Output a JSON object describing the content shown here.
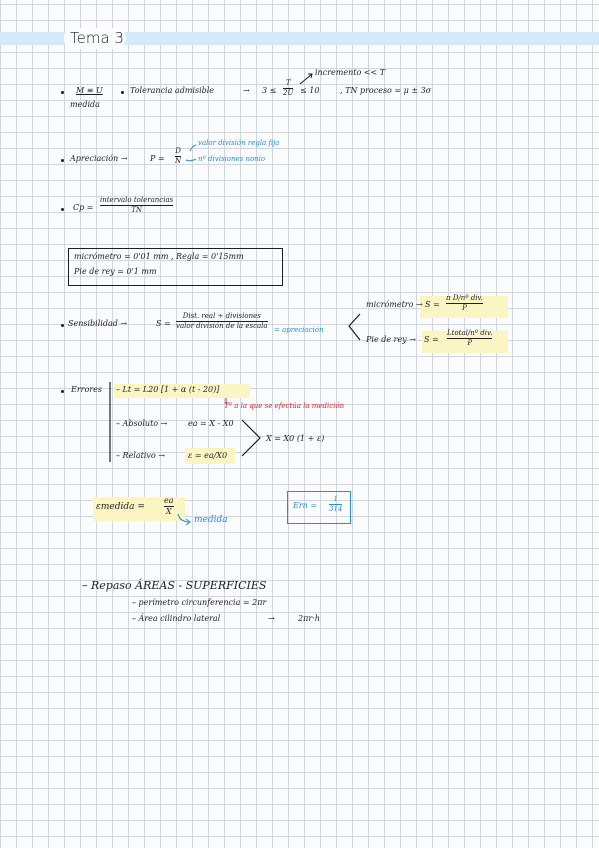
{
  "title": "Tema 3",
  "row1": {
    "m_eq_u": "M ≡ U",
    "medida": "medida",
    "tolerancia": "Tolerancia admisible",
    "arrow": "→",
    "ineq_left": "3 ≤",
    "frac_num": "T",
    "frac_den": "2U",
    "ineq_right": "≤ 10",
    "note_above": "incremento << T",
    "tn_proceso": ", TN proceso = μ ± 3σ"
  },
  "row2": {
    "label": "Apreciación →",
    "p_eq": "P =",
    "frac_num": "D",
    "frac_den": "N",
    "note_d": "valor división regla fija",
    "note_n": "nº divisiones nonio"
  },
  "row3": {
    "label": "Cp =",
    "frac_num": "intervalo tolerancias",
    "frac_den": "TN"
  },
  "box1": {
    "line1": "micrómetro = 0'01 mm , Regla = 0'15mm",
    "line2": "Pie de rey = 0'1 mm"
  },
  "row4": {
    "label": "Sensibilidad →",
    "s_eq": "S =",
    "frac_num": "Dist. real ÷ divisiones",
    "frac_den": "valor división de la escala",
    "note": "= apreciación",
    "micrometro": "micrómetro →",
    "micro_s": "S =",
    "micro_num": "π D/nº div.",
    "micro_den": "P",
    "pie_rey": "Pie de rey →",
    "pie_s": "S =",
    "pie_num": "Ltotal/nº div.",
    "pie_den": "P"
  },
  "errores": {
    "label": "Errores",
    "lt": "– Lt = L20 [1 + α (t - 20)]",
    "t_note": "Tª a la que se efectúa la medición",
    "absoluto": "– Absoluto →",
    "ea": "ea = X - X0",
    "relativo": "– Relativo →",
    "erel": "ε = ea/X0",
    "x_eq": "X = X0 (1 + ε)"
  },
  "emedida": {
    "label": "εmedida =",
    "frac_num": "ea",
    "frac_den": "X",
    "note": "medida"
  },
  "ern": {
    "label": "Ern =",
    "frac_num": "1",
    "frac_den": "314"
  },
  "repaso": {
    "heading": "– Repaso ÁREAS - SUPERFICIES",
    "item1": "– perímetro circunferencia = 2πr",
    "item2": "– Área cilindro lateral",
    "item2_arrow": "→",
    "item2_value": "2πr·h"
  }
}
